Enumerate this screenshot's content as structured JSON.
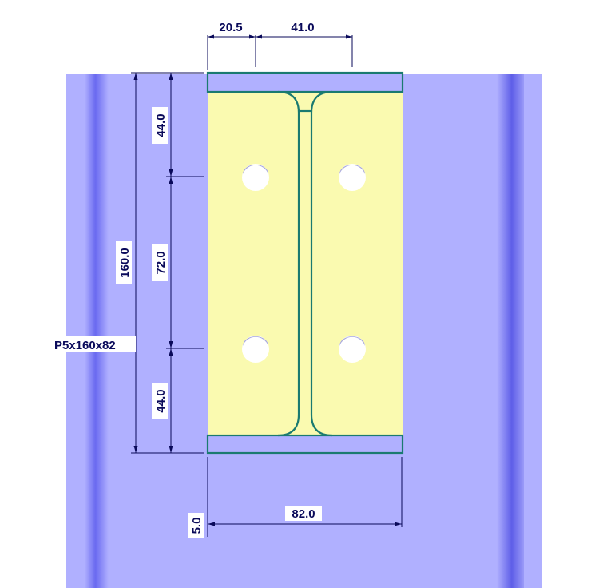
{
  "drawing": {
    "plate_label": "P5x160x82",
    "dimensions": {
      "top_edge_gauge": "20.5",
      "bolt_gauge": "41.0",
      "plate_height": "160.0",
      "top_edge_distance": "44.0",
      "bolt_pitch": "72.0",
      "bottom_edge_distance": "44.0",
      "plate_thickness": "5.0",
      "plate_width": "82.0"
    },
    "colors": {
      "background": "#ffffff",
      "column": "#b0b0ff",
      "column_shadow": "#6e6ef0",
      "plate": "#fafab0",
      "beam_outline": "#1a7a70",
      "dimension": "#0a0a5a"
    }
  }
}
